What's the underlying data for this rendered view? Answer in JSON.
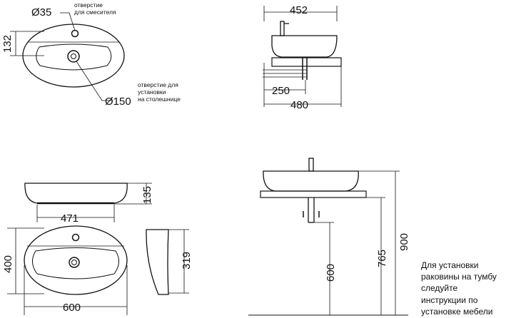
{
  "top_view_small": {
    "dim_hole_mixer": "Ø35",
    "label_mixer": [
      "отверстие",
      "для смесителя"
    ],
    "dim_depth": "132",
    "dim_hole_drain": "Ø150",
    "label_countertop": [
      "отверстие для",
      "установки",
      "на столешнице"
    ]
  },
  "side_view_small": {
    "dim_top_width": "452",
    "dim_offset": "250",
    "dim_total_width": "480"
  },
  "front_view": {
    "dim_height": "135",
    "dim_base_width": "471"
  },
  "top_view_large": {
    "dim_width": "600",
    "dim_depth": "400"
  },
  "side_profile": {
    "dim_depth": "319"
  },
  "installation_view": {
    "dim_drain_height": "600",
    "dim_counter_height": "765",
    "dim_total_height": "900"
  },
  "note": {
    "lines": [
      "Для установки",
      "раковины на тумбу",
      "следуйте",
      "инструкции по",
      "установке мебели"
    ]
  }
}
